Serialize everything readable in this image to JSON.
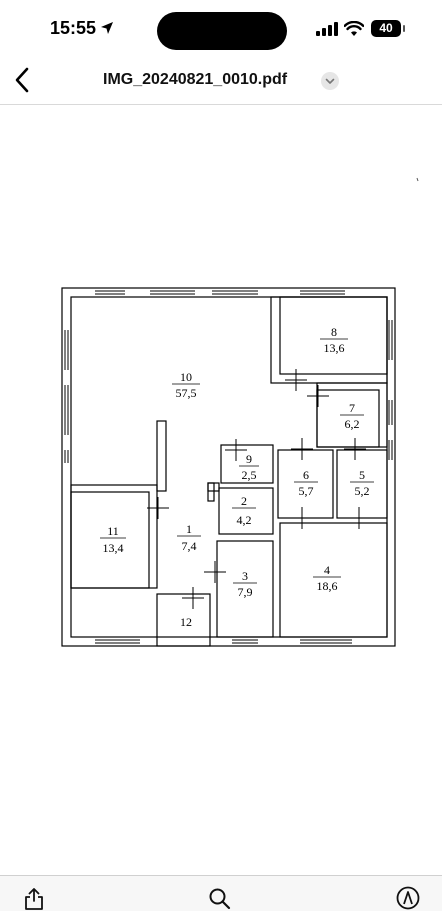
{
  "status_bar": {
    "time": "15:55",
    "battery": "40"
  },
  "nav": {
    "title": "IMG_20240821_0010.pdf",
    "back_icon": "chevron-left-icon",
    "menu_icon": "chevron-down-icon"
  },
  "floor_plan": {
    "rooms": [
      {
        "number": "10",
        "area": "57,5"
      },
      {
        "number": "8",
        "area": "13,6"
      },
      {
        "number": "7",
        "area": "6,2"
      },
      {
        "number": "9",
        "area": "2,5"
      },
      {
        "number": "6",
        "area": "5,7"
      },
      {
        "number": "5",
        "area": "5,2"
      },
      {
        "number": "2",
        "area": "4,2"
      },
      {
        "number": "11",
        "area": "13,4"
      },
      {
        "number": "1",
        "area": "7,4"
      },
      {
        "number": "3",
        "area": "7,9"
      },
      {
        "number": "4",
        "area": "18,6"
      },
      {
        "number": "12",
        "area": ""
      }
    ]
  },
  "toolbar": {
    "share_icon": "share-icon",
    "search_icon": "search-icon",
    "markup_icon": "markup-pen-icon"
  }
}
